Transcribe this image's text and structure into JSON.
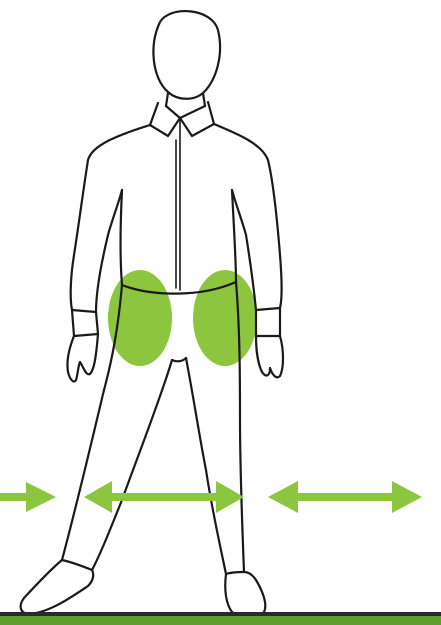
{
  "colors": {
    "background": "#ffffff",
    "outline": "#1a1a1a",
    "accent": "#8cc63f",
    "ground": "#5f9e2f",
    "ground_edge": "#2a2a2a"
  },
  "figure": {
    "icon": "standing-person-illustration",
    "highlights": [
      "left-hip",
      "right-hip"
    ]
  },
  "arrows": [
    {
      "icon": "arrow-right-icon"
    },
    {
      "icon": "double-arrow-horizontal-icon"
    },
    {
      "icon": "double-arrow-horizontal-icon"
    }
  ]
}
